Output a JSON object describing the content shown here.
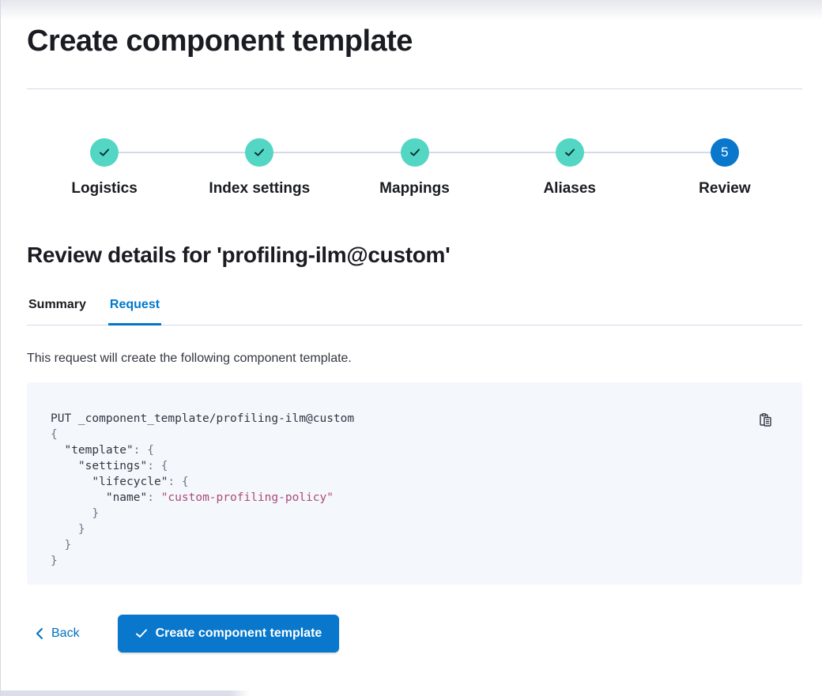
{
  "page": {
    "title": "Create component template"
  },
  "stepper": {
    "steps": [
      {
        "label": "Logistics",
        "status": "complete",
        "icon": "check"
      },
      {
        "label": "Index settings",
        "status": "complete",
        "icon": "check"
      },
      {
        "label": "Mappings",
        "status": "complete",
        "icon": "check"
      },
      {
        "label": "Aliases",
        "status": "complete",
        "icon": "check"
      },
      {
        "label": "Review",
        "status": "current",
        "number": "5"
      }
    ]
  },
  "review": {
    "heading": "Review details for 'profiling-ilm@custom'",
    "tabs": [
      {
        "label": "Summary",
        "active": false
      },
      {
        "label": "Request",
        "active": true
      }
    ],
    "description": "This request will create the following component template."
  },
  "code_block": {
    "copy_icon": "copy-clipboard-icon",
    "lines": [
      {
        "parts": [
          {
            "text": "PUT _component_template/profiling-ilm@custom",
            "type": "plain"
          }
        ]
      },
      {
        "parts": [
          {
            "text": "{",
            "type": "punct"
          }
        ]
      },
      {
        "parts": [
          {
            "text": "  ",
            "type": "plain"
          },
          {
            "text": "\"template\"",
            "type": "key"
          },
          {
            "text": ": ",
            "type": "punct"
          },
          {
            "text": "{",
            "type": "punct"
          }
        ]
      },
      {
        "parts": [
          {
            "text": "    ",
            "type": "plain"
          },
          {
            "text": "\"settings\"",
            "type": "key"
          },
          {
            "text": ": ",
            "type": "punct"
          },
          {
            "text": "{",
            "type": "punct"
          }
        ]
      },
      {
        "parts": [
          {
            "text": "      ",
            "type": "plain"
          },
          {
            "text": "\"lifecycle\"",
            "type": "key"
          },
          {
            "text": ": ",
            "type": "punct"
          },
          {
            "text": "{",
            "type": "punct"
          }
        ]
      },
      {
        "parts": [
          {
            "text": "        ",
            "type": "plain"
          },
          {
            "text": "\"name\"",
            "type": "key"
          },
          {
            "text": ": ",
            "type": "punct"
          },
          {
            "text": "\"custom-profiling-policy\"",
            "type": "string"
          }
        ]
      },
      {
        "parts": [
          {
            "text": "      }",
            "type": "punct"
          }
        ]
      },
      {
        "parts": [
          {
            "text": "    }",
            "type": "punct"
          }
        ]
      },
      {
        "parts": [
          {
            "text": "  }",
            "type": "punct"
          }
        ]
      },
      {
        "parts": [
          {
            "text": "}",
            "type": "punct"
          }
        ]
      }
    ]
  },
  "footer": {
    "back_label": "Back",
    "create_button_label": "Create component template"
  },
  "colors": {
    "primary": "#0877CC",
    "link": "#0071C2",
    "step_complete": "#54D6C5",
    "border": "#D3DAE6",
    "code_background": "#F4F7FC",
    "code_string": "#AD4B79",
    "code_punctuation": "#6E7687",
    "text": "#343741",
    "heading": "#1A1C21"
  }
}
